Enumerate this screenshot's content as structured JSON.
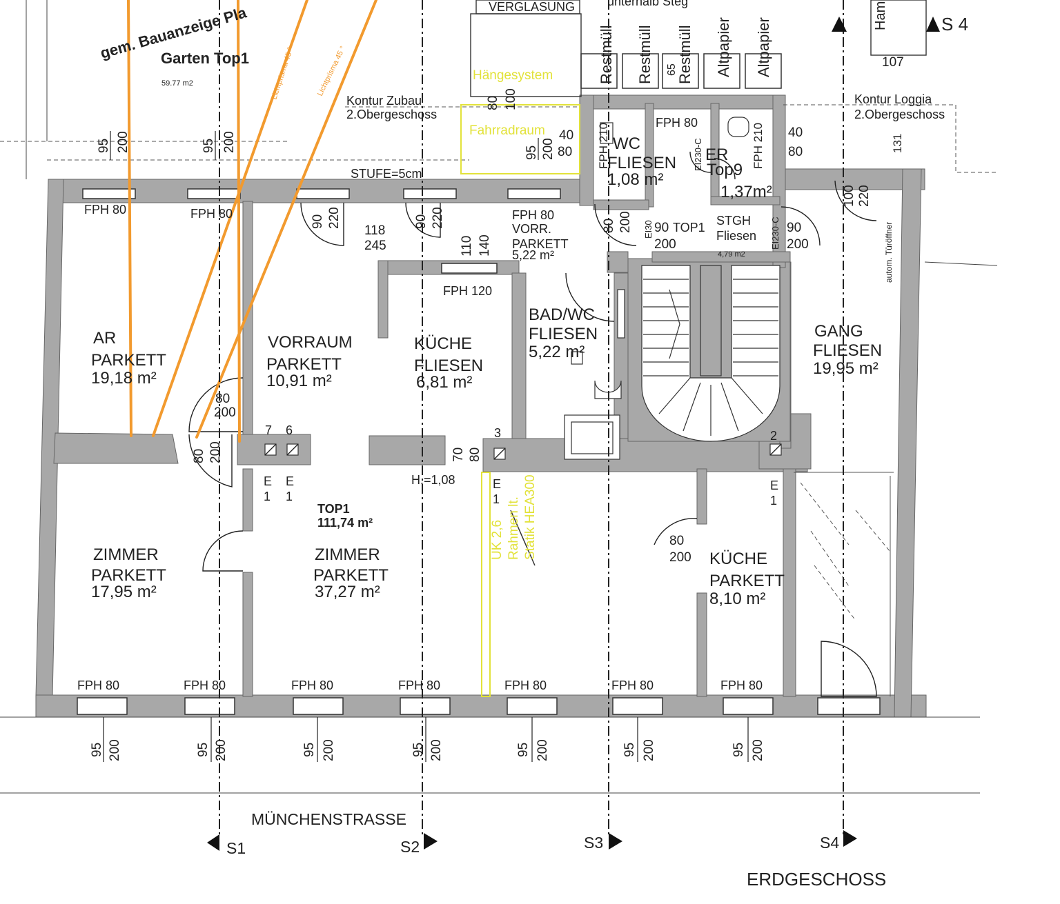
{
  "plan": {
    "top_labels": {
      "bauanzeige": "gem. Bauanzeige Pla",
      "garten": "Garten Top1",
      "garten_area": "59.77 m2",
      "lichtprisma_1": "Lichtprisma 45 °",
      "lichtprisma_2": "Lichtprisma 45 °",
      "verglasung": "VERGLASUNG",
      "unterhalb_steg": "unterhalb Steg",
      "haengesystem": "Hängesystem",
      "fahrradraum": "Fahrradraum",
      "kontur_zubau_1": "Kontur Zubau",
      "kontur_zubau_2": "2.Obergeschoss",
      "kontur_loggia_1": "Kontur Loggia",
      "kontur_loggia_2": "2.Obergeschoss",
      "stufe": "STUFE=5cm",
      "bins": [
        "Restmüll",
        "Restmüll",
        "Restmüll",
        "Altpapier",
        "Altpapier"
      ],
      "s4_top": "S 4",
      "ham": "Ham"
    },
    "rooms": [
      {
        "name": "AR",
        "floor": "PARKETT",
        "area": "19,18 m²"
      },
      {
        "name": "VORRAUM",
        "floor": "PARKETT",
        "area": "10,91 m²"
      },
      {
        "name": "KÜCHE",
        "floor": "FLIESEN",
        "area": "6,81 m²"
      },
      {
        "name": "BAD/WC",
        "floor": "FLIESEN",
        "area": "5,22 m²"
      },
      {
        "name": "GANG",
        "floor": "FLIESEN",
        "area": "19,95 m²"
      },
      {
        "name": "ZIMMER",
        "floor": "PARKETT",
        "area": "17,95 m²"
      },
      {
        "name": "ZIMMER",
        "floor": "PARKETT",
        "area": "37,27 m²"
      },
      {
        "name": "KÜCHE",
        "floor": "PARKETT",
        "area": "8,10 m²"
      },
      {
        "name": "WC",
        "floor": "FLIESEN",
        "area": "1,08 m²"
      },
      {
        "name": "ER",
        "floor": "Top9",
        "area": "1,37m²"
      },
      {
        "name": "VORR.",
        "floor": "PARKETT",
        "area": "5,22 m²"
      },
      {
        "name": "STGH",
        "floor": "Fliesen",
        "area": "4,79 m2"
      }
    ],
    "top1": {
      "label": "TOP1",
      "area": "111,74 m²",
      "stgh_top1": "TOP1"
    },
    "fph": {
      "fph80": "FPH 80",
      "fph120": "FPH 120",
      "fph210": "FPH 210"
    },
    "dims": {
      "d95": "95",
      "d200": "200",
      "d90": "90",
      "d220": "220",
      "d80": "80",
      "d118": "118",
      "d245": "245",
      "d110": "110",
      "d140": "140",
      "d70": "70",
      "d40": "40",
      "d100": "100",
      "d131": "131",
      "d107": "107",
      "d65": "65",
      "h108": "H.=1,08"
    },
    "marks": {
      "e": "E",
      "one": "1",
      "n7": "7",
      "n6": "6",
      "n3": "3",
      "n2": "2"
    },
    "stgh_extra": {
      "ei230c": "EI230-C",
      "ei30": "EI30",
      "tueroeffner": "autom. Türöffner"
    },
    "beam": {
      "uk": "UK 2,6",
      "rahmen": "Rahmen lt.",
      "statik": "Statik HEA300"
    },
    "street": "MÜNCHENSTRASSE",
    "sections": [
      "S1",
      "S2",
      "S3",
      "S4"
    ],
    "floor_name": "ERDGESCHOSS"
  },
  "colors": {
    "wall": "#a8a8a8",
    "orange": "#f29a2e",
    "yellow": "#e2e23a",
    "line": "#222222"
  }
}
